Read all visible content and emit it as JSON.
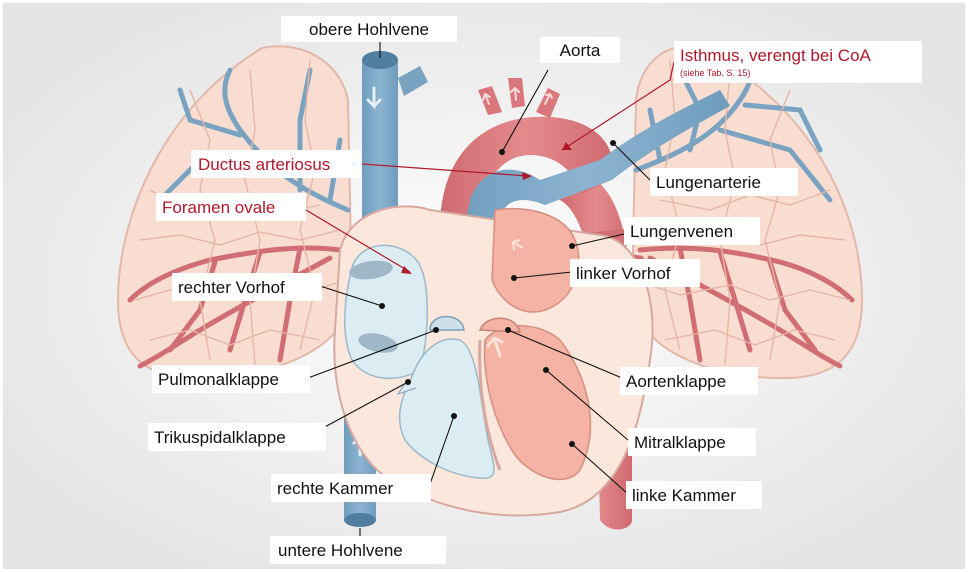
{
  "labels": {
    "obere_hohlvene": "obere Hohlvene",
    "aorta": "Aorta",
    "isthmus": "Isthmus, verengt bei CoA",
    "isthmus_ref": "(siehe Tab. S. 15)",
    "ductus": "Ductus arteriosus",
    "lungenarterie": "Lungenarterie",
    "foramen": "Foramen ovale",
    "lungenvenen": "Lungenvenen",
    "rechter_vorhof": "rechter Vorhof",
    "linker_vorhof": "linker Vorhof",
    "pulmonalklappe": "Pulmonalklappe",
    "aortenklappe": "Aortenklappe",
    "trikuspidalklappe": "Trikuspidalklappe",
    "mitralklappe": "Mitralklappe",
    "rechte_kammer": "rechte Kammer",
    "linke_kammer": "linke Kammer",
    "untere_hohlvene": "untere Hohlvene"
  },
  "colors": {
    "background_grad_center": "#ffffff",
    "background_grad_edge": "#e6e6e6",
    "vein_blue": "#7da8c6",
    "artery_red": "#d9777c",
    "lung_fill": "#f8ddd0",
    "heart_outer": "#fbe7dc",
    "right_heart": "#dcecf3",
    "left_heart": "#f4b3a4",
    "highlight_red": "#b0182b"
  }
}
